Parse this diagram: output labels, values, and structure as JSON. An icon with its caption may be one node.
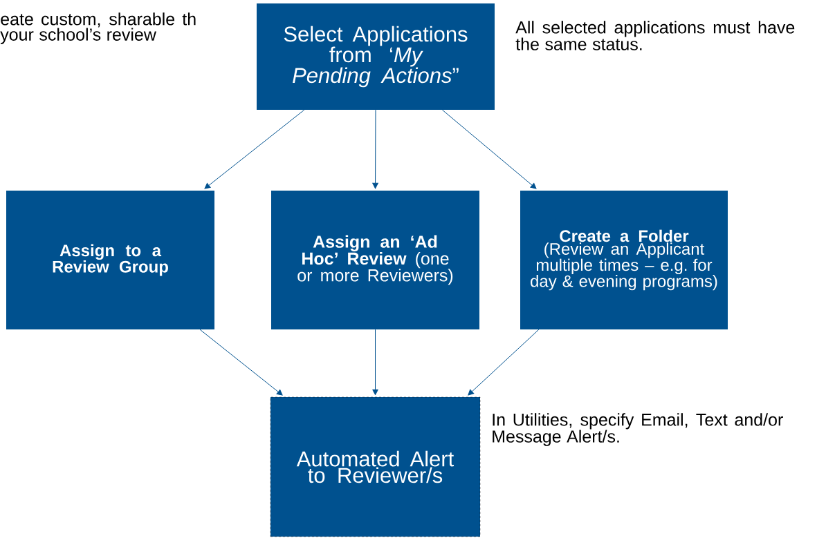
{
  "diagram": {
    "nodes": [
      {
        "text": [
          "Select Applications from ‘*My Pending Actions*”"
        ],
        "beside": [
          "All selected applications must have the same status."
        ]
      },
      {
        "text": [
          "Assign to a Review Group"
        ]
      },
      {
        "text": [
          "**Assign an ‘Ad Hoc’ Review** (one or more Reviewers)"
        ]
      },
      {
        "text": [
          "Create a Folder",
          "(Review an Applicant multiple times – e.g. for day & evening programs)"
        ]
      },
      {
        "text": [
          "Automated Alert to Reviewer/s"
        ],
        "beside": [
          "In Utilities, specify Email, Text and/or Message Alert/s."
        ]
      }
    ],
    "edges": [
      {
        "from": 0,
        "to": 1,
        "arrow": "to"
      },
      {
        "from": 0,
        "to": 2,
        "arrow": "to"
      },
      {
        "from": 0,
        "to": 3,
        "arrow": "to"
      },
      {
        "from": 1,
        "to": 4,
        "arrow": "to"
      },
      {
        "from": 2,
        "to": 4,
        "arrow": "to"
      },
      {
        "from": 3,
        "to": 4,
        "arrow": "to"
      }
    ],
    "labels": [
      "eate custom, sharable th your school’s review"
    ]
  }
}
